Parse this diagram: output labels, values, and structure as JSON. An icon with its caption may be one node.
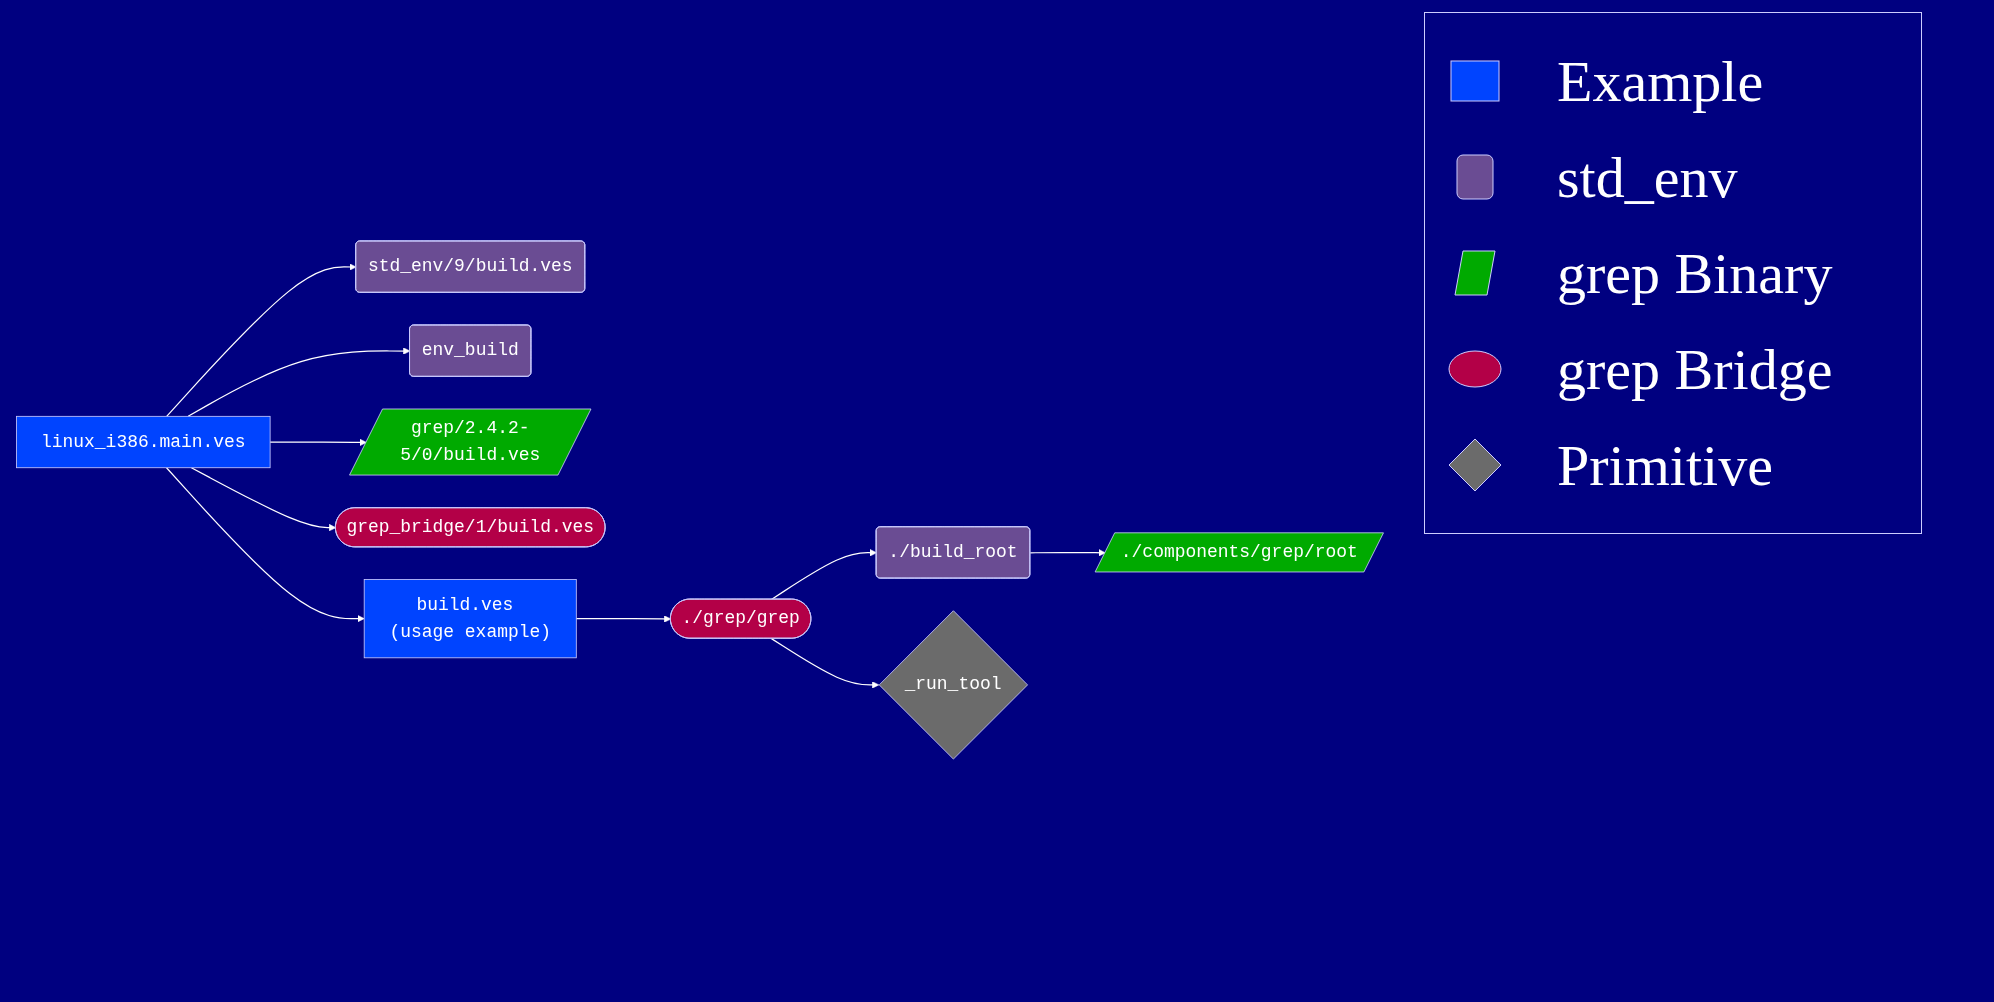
{
  "diagram": {
    "nodes": [
      {
        "text": [
          "linux_i386.main.ves"
        ]
      },
      {
        "text": [
          "std_env/9/build.ves"
        ]
      },
      {
        "text": [
          "env_build"
        ]
      },
      {
        "text": [
          "grep/2.4.2-5/0/build.ves"
        ]
      },
      {
        "text": [
          "grep_bridge/1/build.ves"
        ]
      },
      {
        "text": [
          "build.ves (usage example)"
        ]
      },
      {
        "text": [
          "./grep/grep"
        ]
      },
      {
        "text": [
          "./build_root"
        ]
      },
      {
        "text": [
          "./components/grep/root"
        ]
      },
      {
        "text": [
          "_run_tool"
        ]
      }
    ],
    "edges": [
      {
        "from": 0,
        "to": 1,
        "arrow": "to"
      },
      {
        "from": 0,
        "to": 2,
        "arrow": "to"
      },
      {
        "from": 0,
        "to": 3,
        "arrow": "to"
      },
      {
        "from": 0,
        "to": 4,
        "arrow": "to"
      },
      {
        "from": 0,
        "to": 5,
        "arrow": "to"
      },
      {
        "from": 5,
        "to": 6,
        "arrow": "to"
      },
      {
        "from": 6,
        "to": 7,
        "arrow": "to"
      },
      {
        "from": 6,
        "to": 9,
        "arrow": "to"
      },
      {
        "from": 7,
        "to": 8,
        "arrow": "to"
      }
    ],
    "legend": [
      {
        "text": "Example"
      },
      {
        "text": "std_env"
      },
      {
        "text": "grep Binary"
      },
      {
        "text": "grep Bridge"
      },
      {
        "text": "Primitive"
      }
    ]
  }
}
